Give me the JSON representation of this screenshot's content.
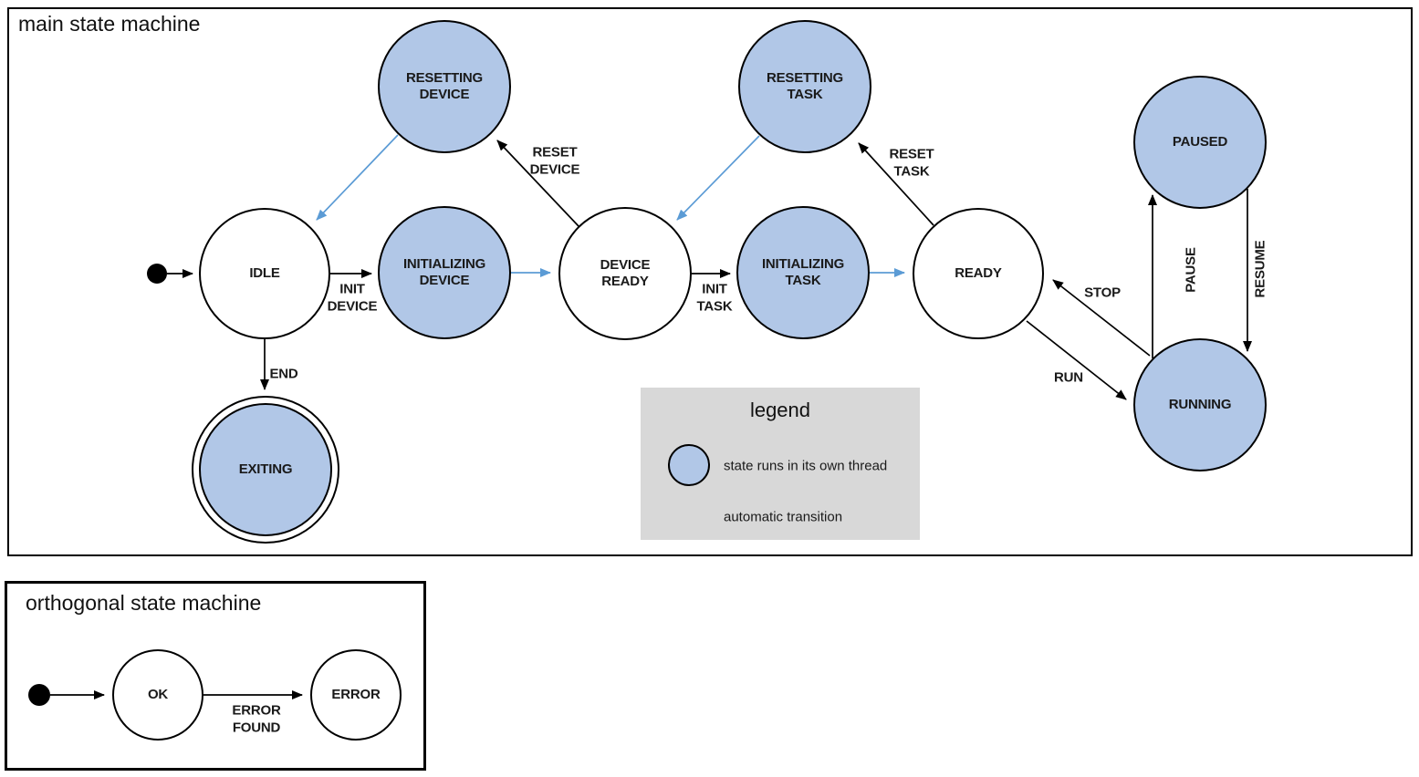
{
  "colors": {
    "thread_state_fill": "#b1c7e7",
    "automatic_transition": "#5b9bd5",
    "legend_background": "#d8d8d8",
    "line": "#000000"
  },
  "main": {
    "title": "main state machine",
    "states": {
      "idle": {
        "label": "IDLE",
        "threaded": false
      },
      "resetting_device": {
        "label": "RESETTING\nDEVICE",
        "threaded": true
      },
      "initializing_device": {
        "label": "INITIALIZING\nDEVICE",
        "threaded": true
      },
      "device_ready": {
        "label": "DEVICE\nREADY",
        "threaded": false
      },
      "resetting_task": {
        "label": "RESETTING\nTASK",
        "threaded": true
      },
      "initializing_task": {
        "label": "INITIALIZING\nTASK",
        "threaded": true
      },
      "ready": {
        "label": "READY",
        "threaded": false
      },
      "paused": {
        "label": "PAUSED",
        "threaded": true
      },
      "running": {
        "label": "RUNNING",
        "threaded": true
      },
      "exiting": {
        "label": "EXITING",
        "threaded": true,
        "final": true
      }
    },
    "transitions": {
      "init_device": {
        "label": "INIT\nDEVICE"
      },
      "reset_device": {
        "label": "RESET\nDEVICE"
      },
      "init_task": {
        "label": "INIT\nTASK"
      },
      "reset_task": {
        "label": "RESET\nTASK"
      },
      "run": {
        "label": "RUN"
      },
      "stop": {
        "label": "STOP"
      },
      "pause": {
        "label": "PAUSE"
      },
      "resume": {
        "label": "RESUME"
      },
      "end": {
        "label": "END"
      }
    },
    "legend": {
      "title": "legend",
      "thread_item": "state runs in its own thread",
      "auto_item": "automatic transition"
    }
  },
  "orthogonal": {
    "title": "orthogonal state machine",
    "states": {
      "ok": {
        "label": "OK",
        "threaded": false
      },
      "error": {
        "label": "ERROR",
        "threaded": false
      }
    },
    "transitions": {
      "error_found": {
        "label": "ERROR\nFOUND"
      }
    }
  }
}
